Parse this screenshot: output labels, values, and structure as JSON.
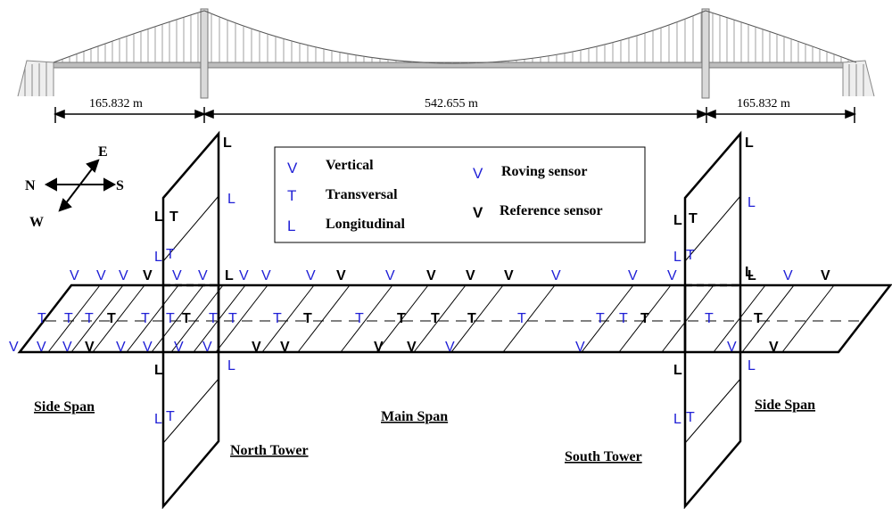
{
  "dimensions": {
    "left_side_span": "165.832 m",
    "main_span": "542.655 m",
    "right_side_span": "165.832 m"
  },
  "compass": {
    "north": "N",
    "south": "S",
    "east": "E",
    "west": "W"
  },
  "legend": {
    "vertical_symbol": "V",
    "vertical_label": "Vertical",
    "transversal_symbol": "T",
    "transversal_label": "Transversal",
    "longitudinal_symbol": "L",
    "longitudinal_label": "Longitudinal",
    "roving_symbol": "V",
    "roving_label": "Roving sensor",
    "reference_symbol": "V",
    "reference_label": "Reference sensor"
  },
  "labels": {
    "side_span_left": "Side Span",
    "main_span": "Main Span",
    "side_span_right": "Side Span",
    "north_tower": "North Tower",
    "south_tower": "South Tower"
  },
  "colors": {
    "roving": "#1f1fd6",
    "reference": "#000000",
    "line": "#000000"
  },
  "sensor_marks": {
    "tower_L": "L",
    "tower_T": "T",
    "deck_top_V": [
      {
        "t": "V",
        "c": "roving"
      },
      {
        "t": "V",
        "c": "roving"
      },
      {
        "t": "V",
        "c": "roving"
      },
      {
        "t": "V",
        "c": "reference"
      },
      {
        "t": "V",
        "c": "roving"
      },
      {
        "t": "V",
        "c": "roving"
      },
      {
        "t": "L",
        "c": "reference"
      },
      {
        "t": "V",
        "c": "roving"
      },
      {
        "t": "V",
        "c": "roving"
      },
      {
        "t": "V",
        "c": "roving"
      },
      {
        "t": "V",
        "c": "reference"
      },
      {
        "t": "V",
        "c": "roving"
      },
      {
        "t": "V",
        "c": "reference"
      },
      {
        "t": "V",
        "c": "reference"
      },
      {
        "t": "V",
        "c": "reference"
      },
      {
        "t": "V",
        "c": "roving"
      },
      {
        "t": "V",
        "c": "roving"
      },
      {
        "t": "V",
        "c": "roving"
      },
      {
        "t": "L",
        "c": "reference"
      },
      {
        "t": "V",
        "c": "roving"
      },
      {
        "t": "V",
        "c": "reference"
      }
    ],
    "deck_mid_T": [
      {
        "t": "T",
        "c": "roving"
      },
      {
        "t": "T",
        "c": "roving"
      },
      {
        "t": "T",
        "c": "roving"
      },
      {
        "t": "T",
        "c": "reference"
      },
      {
        "t": "T",
        "c": "roving"
      },
      {
        "t": "T",
        "c": "roving"
      },
      {
        "t": "T",
        "c": "reference"
      },
      {
        "t": "T",
        "c": "roving"
      },
      {
        "t": "T",
        "c": "roving"
      },
      {
        "t": "T",
        "c": "roving"
      },
      {
        "t": "T",
        "c": "reference"
      },
      {
        "t": "T",
        "c": "roving"
      },
      {
        "t": "T",
        "c": "reference"
      },
      {
        "t": "T",
        "c": "reference"
      },
      {
        "t": "T",
        "c": "reference"
      },
      {
        "t": "T",
        "c": "roving"
      },
      {
        "t": "T",
        "c": "roving"
      },
      {
        "t": "T",
        "c": "roving"
      },
      {
        "t": "T",
        "c": "reference"
      },
      {
        "t": "T",
        "c": "roving"
      },
      {
        "t": "T",
        "c": "reference"
      }
    ],
    "deck_bot_V": [
      {
        "t": "V",
        "c": "roving"
      },
      {
        "t": "V",
        "c": "roving"
      },
      {
        "t": "V",
        "c": "roving"
      },
      {
        "t": "V",
        "c": "reference"
      },
      {
        "t": "V",
        "c": "roving"
      },
      {
        "t": "V",
        "c": "roving"
      },
      {
        "t": "V",
        "c": "roving"
      },
      {
        "t": "V",
        "c": "roving"
      },
      {
        "t": "V",
        "c": "reference"
      },
      {
        "t": "V",
        "c": "reference"
      },
      {
        "t": "V",
        "c": "reference"
      },
      {
        "t": "V",
        "c": "reference"
      },
      {
        "t": "V",
        "c": "roving"
      },
      {
        "t": "V",
        "c": "roving"
      },
      {
        "t": "V",
        "c": "roving"
      },
      {
        "t": "V",
        "c": "reference"
      }
    ]
  }
}
